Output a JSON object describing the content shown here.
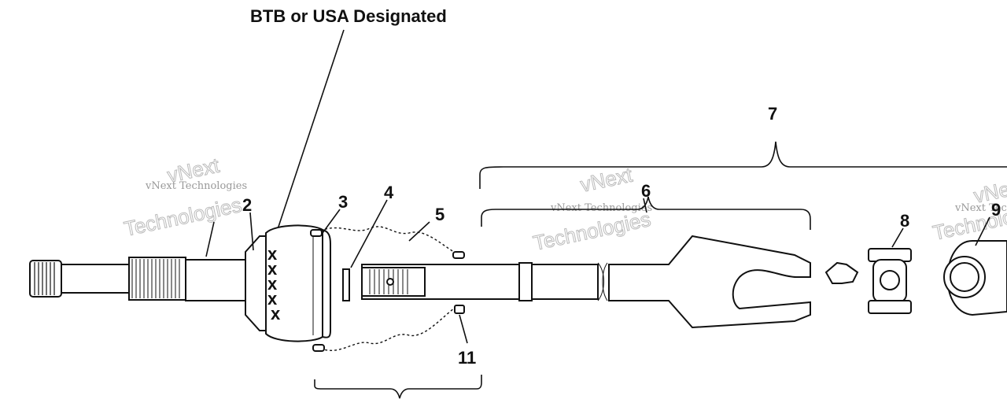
{
  "diagram": {
    "designation_label": "BTB or USA Designated",
    "callouts": {
      "c2": "2",
      "c3": "3",
      "c4": "4",
      "c5": "5",
      "c6": "6",
      "c7": "7",
      "c8": "8",
      "c9": "9",
      "c11": "11"
    },
    "joint_marks": [
      "x",
      "x",
      "x",
      "x",
      "x"
    ],
    "watermark": {
      "small": "vNext Technologies",
      "large_top": "vNext",
      "large_bottom": "Technologies"
    }
  }
}
